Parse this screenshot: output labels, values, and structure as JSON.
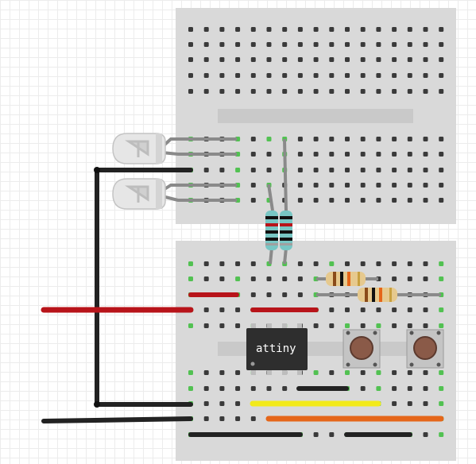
{
  "chip": {
    "label": "attiny"
  },
  "colors": {
    "board": "#d9d9d9",
    "board_channel": "#c9c9c9",
    "hole": "#3a3a3a",
    "hole_connected": "#52c152",
    "wire_black": "#222222",
    "wire_red": "#b8141a",
    "wire_yellow": "#f2ea1a",
    "wire_orange": "#e5661a",
    "wire_gray": "#8a8a8a",
    "chip_body": "#2e2e2e",
    "button_cap": "#8a5a48",
    "led_body": "#e6e6e6"
  },
  "components": {
    "leds": 2,
    "resistors": 4,
    "buttons": 2,
    "chips": 1,
    "breadboards": 2
  }
}
